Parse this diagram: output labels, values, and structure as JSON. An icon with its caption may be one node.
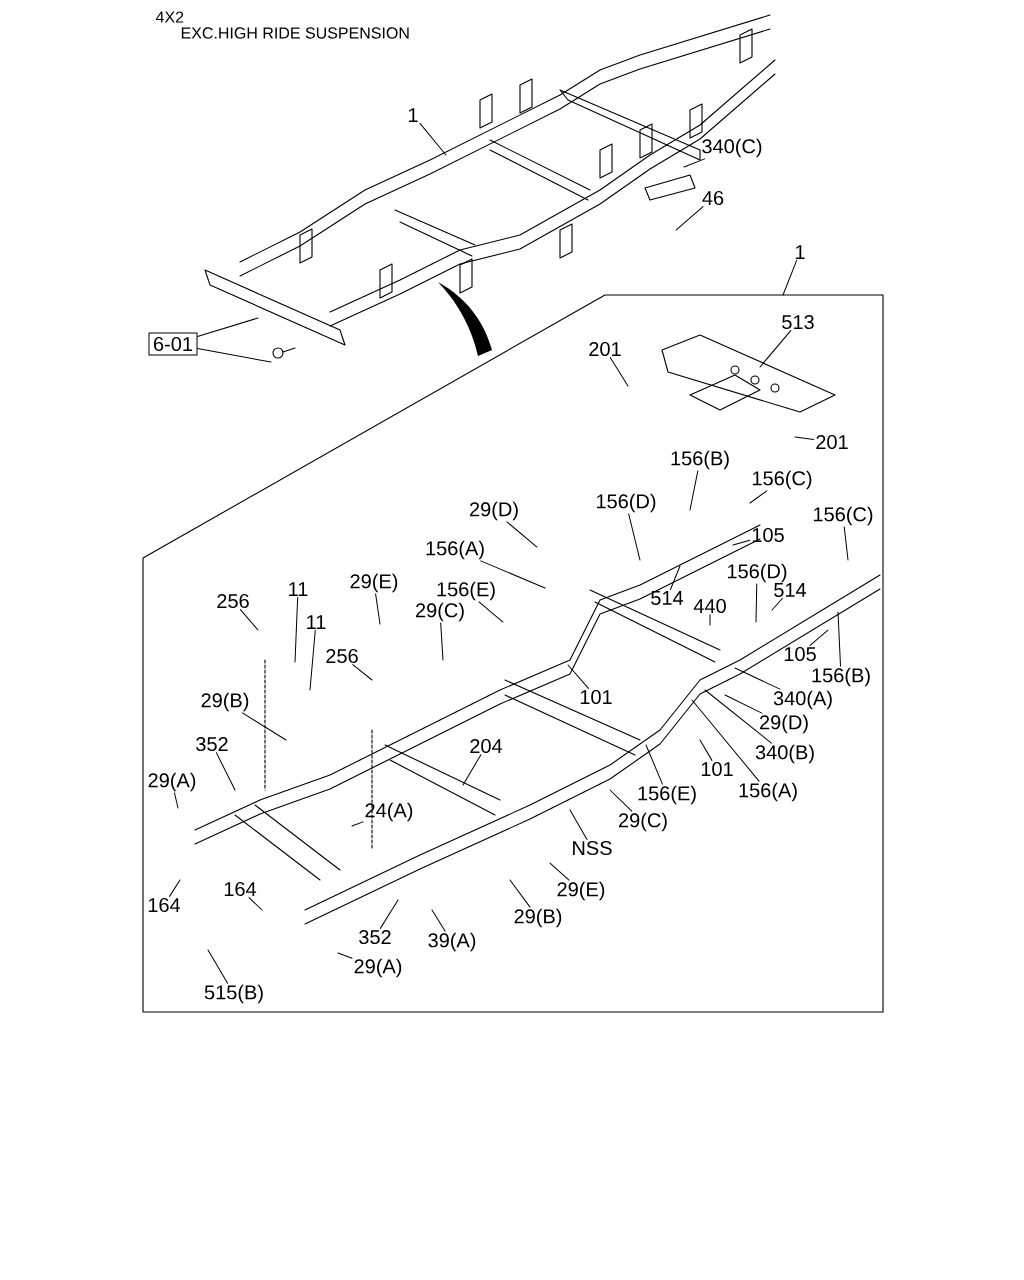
{
  "diagram": {
    "nodes": [
      {
        "text": [
          "1"
        ]
      },
      {
        "text": [
          "340(C)"
        ]
      },
      {
        "text": [
          "46"
        ]
      },
      {
        "text": [
          "6-01"
        ]
      },
      {
        "text": [],
        "shape": "box"
      },
      {
        "text": [
          "1"
        ]
      },
      {
        "text": [
          "513"
        ],
        "in": 4
      },
      {
        "text": [
          "201"
        ],
        "in": 4
      },
      {
        "text": [
          "201"
        ],
        "in": 4
      },
      {
        "text": [
          "156(B)"
        ],
        "in": 4
      },
      {
        "text": [
          "156(C)"
        ],
        "in": 4
      },
      {
        "text": [
          "29(D)"
        ],
        "in": 4
      },
      {
        "text": [
          "156(D)"
        ],
        "in": 4
      },
      {
        "text": [
          "105"
        ],
        "in": 4
      },
      {
        "text": [
          "156(C)"
        ],
        "in": 4
      },
      {
        "text": [
          "156(A)"
        ],
        "in": 4
      },
      {
        "text": [
          "156(D)"
        ],
        "in": 4
      },
      {
        "text": [
          "514"
        ],
        "in": 4
      },
      {
        "text": [
          "440"
        ],
        "in": 4
      },
      {
        "text": [
          "514"
        ],
        "in": 4
      },
      {
        "text": [
          "256"
        ],
        "in": 4
      },
      {
        "text": [
          "11"
        ],
        "in": 4
      },
      {
        "text": [
          "29(E)"
        ],
        "in": 4
      },
      {
        "text": [
          "156(E)"
        ],
        "in": 4
      },
      {
        "text": [
          "11"
        ],
        "in": 4
      },
      {
        "text": [
          "29(C)"
        ],
        "in": 4
      },
      {
        "text": [
          "256"
        ],
        "in": 4
      },
      {
        "text": [
          "105"
        ],
        "in": 4
      },
      {
        "text": [
          "156(B)"
        ],
        "in": 4
      },
      {
        "text": [
          "101"
        ],
        "in": 4
      },
      {
        "text": [
          "340(A)"
        ],
        "in": 4
      },
      {
        "text": [
          "29(B)"
        ],
        "in": 4
      },
      {
        "text": [
          "29(D)"
        ],
        "in": 4
      },
      {
        "text": [
          "204"
        ],
        "in": 4
      },
      {
        "text": [
          "352"
        ],
        "in": 4
      },
      {
        "text": [
          "340(B)"
        ],
        "in": 4
      },
      {
        "text": [
          "101"
        ],
        "in": 4
      },
      {
        "text": [
          "156(E)"
        ],
        "in": 4
      },
      {
        "text": [
          "156(A)"
        ],
        "in": 4
      },
      {
        "text": [
          "29(A)"
        ],
        "in": 4
      },
      {
        "text": [
          "24(A)"
        ],
        "in": 4
      },
      {
        "text": [
          "29(C)"
        ],
        "in": 4
      },
      {
        "text": [
          "NSS"
        ],
        "in": 4
      },
      {
        "text": [
          "164"
        ],
        "in": 4
      },
      {
        "text": [
          "164"
        ],
        "in": 4
      },
      {
        "text": [
          "29(E)"
        ],
        "in": 4
      },
      {
        "text": [
          "29(B)"
        ],
        "in": 4
      },
      {
        "text": [
          "352"
        ],
        "in": 4
      },
      {
        "text": [
          "39(A)"
        ],
        "in": 4
      },
      {
        "text": [
          "29(A)"
        ],
        "in": 4
      },
      {
        "text": [
          "515(B)"
        ],
        "in": 4
      }
    ],
    "edges": [
      {
        "from": 0,
        "to": null,
        "arrow": "none"
      },
      {
        "from": 1,
        "to": null,
        "arrow": "none"
      },
      {
        "from": 2,
        "to": null,
        "arrow": "none"
      },
      {
        "from": 3,
        "to": null,
        "arrow": "none"
      },
      {
        "from": 3,
        "to": null,
        "arrow": "none"
      },
      {
        "from": 5,
        "to": 4,
        "arrow": "none"
      },
      {
        "from": 6,
        "to": null,
        "arrow": "none"
      },
      {
        "from": 7,
        "to": null,
        "arrow": "none"
      },
      {
        "from": 8,
        "to": null,
        "arrow": "none"
      },
      {
        "from": 9,
        "to": null,
        "arrow": "none"
      },
      {
        "from": 10,
        "to": null,
        "arrow": "none"
      },
      {
        "from": 11,
        "to": null,
        "arrow": "none"
      },
      {
        "from": 12,
        "to": null,
        "arrow": "none"
      },
      {
        "from": 13,
        "to": null,
        "arrow": "none"
      },
      {
        "from": 14,
        "to": null,
        "arrow": "none"
      },
      {
        "from": 15,
        "to": null,
        "arrow": "none"
      },
      {
        "from": 16,
        "to": null,
        "arrow": "none"
      },
      {
        "from": 17,
        "to": null,
        "arrow": "none"
      },
      {
        "from": 18,
        "to": null,
        "arrow": "none"
      },
      {
        "from": 19,
        "to": null,
        "arrow": "none"
      },
      {
        "from": 20,
        "to": null,
        "arrow": "none"
      },
      {
        "from": 21,
        "to": null,
        "arrow": "none"
      },
      {
        "from": 22,
        "to": null,
        "arrow": "none"
      },
      {
        "from": 23,
        "to": null,
        "arrow": "none"
      },
      {
        "from": 24,
        "to": null,
        "arrow": "none"
      },
      {
        "from": 25,
        "to": null,
        "arrow": "none"
      },
      {
        "from": 26,
        "to": null,
        "arrow": "none"
      },
      {
        "from": 27,
        "to": null,
        "arrow": "none"
      },
      {
        "from": 28,
        "to": null,
        "arrow": "none"
      },
      {
        "from": 29,
        "to": null,
        "arrow": "none"
      },
      {
        "from": 30,
        "to": null,
        "arrow": "none"
      },
      {
        "from": 31,
        "to": null,
        "arrow": "none"
      },
      {
        "from": 32,
        "to": null,
        "arrow": "none"
      },
      {
        "from": 33,
        "to": null,
        "arrow": "none"
      },
      {
        "from": 34,
        "to": null,
        "arrow": "none"
      },
      {
        "from": 35,
        "to": null,
        "arrow": "none"
      },
      {
        "from": 36,
        "to": null,
        "arrow": "none"
      },
      {
        "from": 37,
        "to": null,
        "arrow": "none"
      },
      {
        "from": 38,
        "to": null,
        "arrow": "none"
      },
      {
        "from": 39,
        "to": null,
        "arrow": "none"
      },
      {
        "from": 40,
        "to": null,
        "arrow": "none"
      },
      {
        "from": 41,
        "to": null,
        "arrow": "none"
      },
      {
        "from": 42,
        "to": null,
        "arrow": "none"
      },
      {
        "from": 43,
        "to": null,
        "arrow": "none"
      },
      {
        "from": 44,
        "to": null,
        "arrow": "none"
      },
      {
        "from": 45,
        "to": null,
        "arrow": "none"
      },
      {
        "from": 46,
        "to": null,
        "arrow": "none"
      },
      {
        "from": 47,
        "to": null,
        "arrow": "none"
      },
      {
        "from": 48,
        "to": null,
        "arrow": "none"
      },
      {
        "from": 49,
        "to": null,
        "arrow": "none"
      },
      {
        "from": 50,
        "to": null,
        "arrow": "none"
      }
    ],
    "labels": [
      "4X2",
      "EXC.HIGH RIDE SUSPENSION"
    ]
  }
}
